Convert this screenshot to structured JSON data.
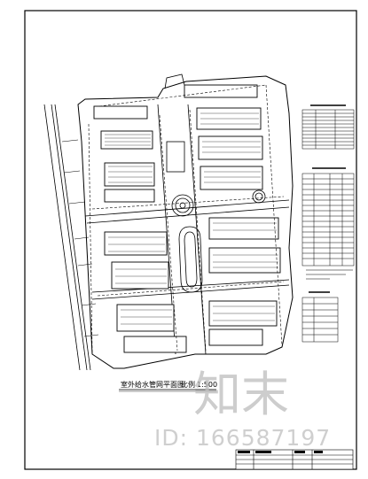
{
  "drawing": {
    "title": "室外给水管网平面图",
    "scale_label": "比例",
    "scale_value": "1:500"
  },
  "tables": [
    {
      "name": "schedule-table-1",
      "rows": 10,
      "cols": 3
    },
    {
      "name": "schedule-table-2",
      "rows": 18,
      "cols": 4
    },
    {
      "name": "schedule-table-3",
      "rows": 7,
      "cols": 2
    },
    {
      "name": "title-block",
      "rows": 4,
      "cols": 4
    }
  ],
  "watermark": {
    "brand": "知末",
    "id_text": "ID: 166587197"
  },
  "colors": {
    "line": "#000000",
    "background": "#ffffff",
    "watermark": "#bdbdbd"
  }
}
